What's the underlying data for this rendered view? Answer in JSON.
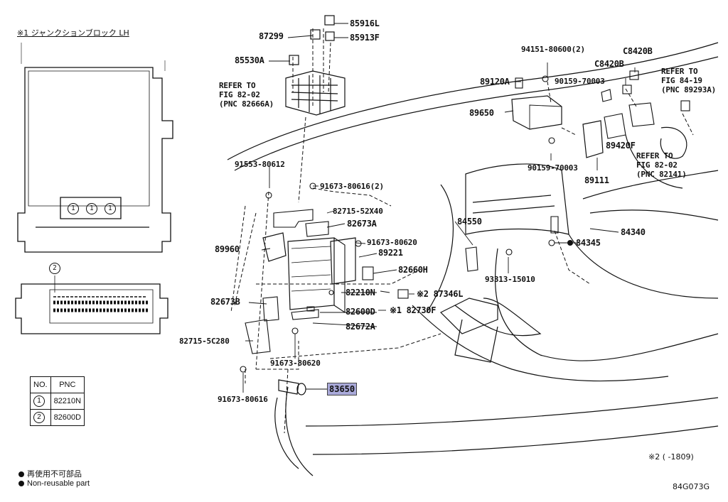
{
  "inset": {
    "title": "※1 ジャンクションブロック LH",
    "callout_2": "2",
    "circle_1": "1"
  },
  "pnc_table": {
    "headers": [
      "NO.",
      "PNC"
    ],
    "rows": [
      {
        "no": "1",
        "pnc": "82210N"
      },
      {
        "no": "2",
        "pnc": "82600D"
      }
    ]
  },
  "legend": {
    "jp": "再使用不可部品",
    "en": "Non-reusable part"
  },
  "labels": {
    "p85916L": "85916L",
    "p87299": "87299",
    "p85913F": "85913F",
    "p85530A": "85530A",
    "ref82666A_1": "REFER TO",
    "ref82666A_2": "FIG 82-02",
    "ref82666A_3": "(PNC 82666A)",
    "p94151": "94151-80600(2)",
    "pC8420B_1": "C8420B",
    "pC8420B_2": "C8420B",
    "ref89293A_1": "REFER TO",
    "ref89293A_2": "FIG 84-19",
    "ref89293A_3": "(PNC 89293A)",
    "p89120A": "89120A",
    "p90159a": "90159-70003",
    "p89650": "89650",
    "p89420F": "89420F",
    "ref82141_1": "REFER TO",
    "ref82141_2": "FIG 82-02",
    "ref82141_3": "(PNC 82141)",
    "p90159b": "90159-70003",
    "p89111": "89111",
    "p91553": "91553-80612",
    "p91673_2": "91673-80616(2)",
    "p82715_52X40": "82715-52X40",
    "p82673A": "82673A",
    "p84550": "84550",
    "p84340": "84340",
    "p91673_80620a": "91673-80620",
    "p84345": "84345",
    "p89960": "89960",
    "p89221": "89221",
    "p82660H": "82660H",
    "p93313": "93313-15010",
    "p82210N": "82210N",
    "p87346L": "※2 87346L",
    "p82673B": "82673B",
    "p82600D": "82600D",
    "p82730F": "※1 82730F",
    "p82672A": "82672A",
    "p82715_5C280": "82715-5C280",
    "p91673_80620b": "91673-80620",
    "p91673_80616": "91673-80616",
    "p83650": "83650"
  },
  "footnote": "※2 (      -1809)",
  "figure_code": "84G073G"
}
